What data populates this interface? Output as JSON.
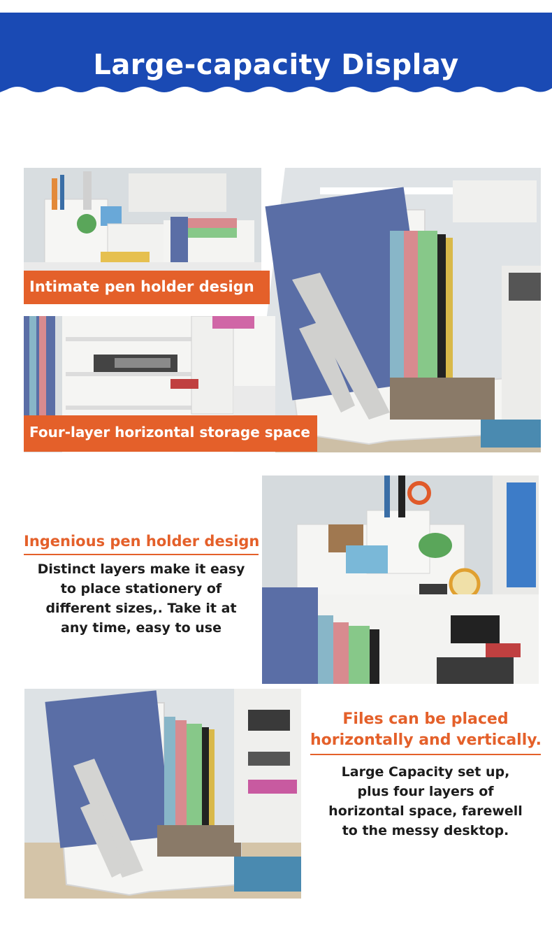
{
  "header": {
    "title": "Large-capacity Display",
    "color": "#1a4ab4"
  },
  "captions": {
    "pen_holder": "Intimate pen holder design",
    "four_layer": "Four-layer horizontal storage space",
    "color": "#e4602a"
  },
  "feature_pen": {
    "title": "Ingenious pen holder design",
    "lines": [
      "Distinct layers make it easy",
      "to place stationery of",
      "different sizes,. Take it at",
      "any time, easy to use"
    ]
  },
  "feature_files": {
    "title_lines": [
      "Files can be placed",
      "horizontally and vertically."
    ],
    "lines": [
      "Large Capacity set up,",
      "plus four layers of",
      "horizontal space, farewell",
      "to the messy desktop."
    ]
  }
}
